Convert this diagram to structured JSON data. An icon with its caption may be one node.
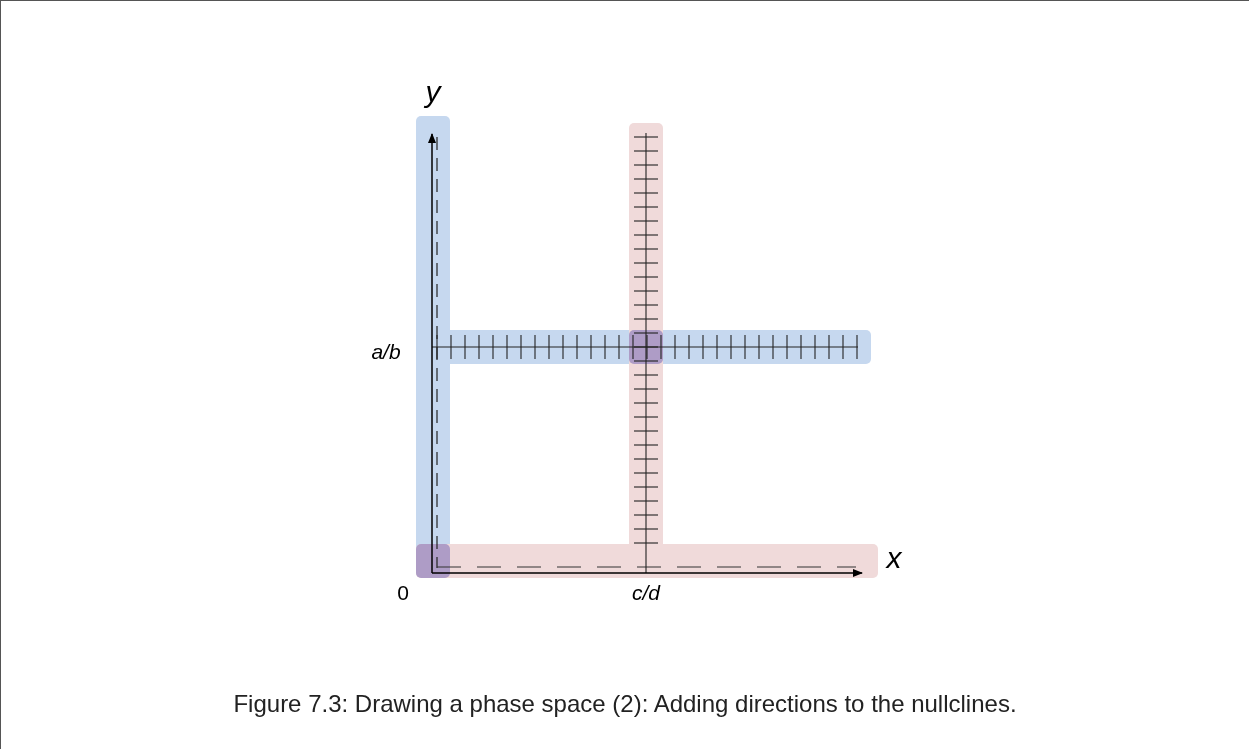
{
  "diagram": {
    "caption": "Figure 7.3: Drawing a phase space (2): Adding directions to the nullclines.",
    "labels": [
      "y",
      "a/b",
      "x",
      "0",
      "c/d"
    ]
  }
}
